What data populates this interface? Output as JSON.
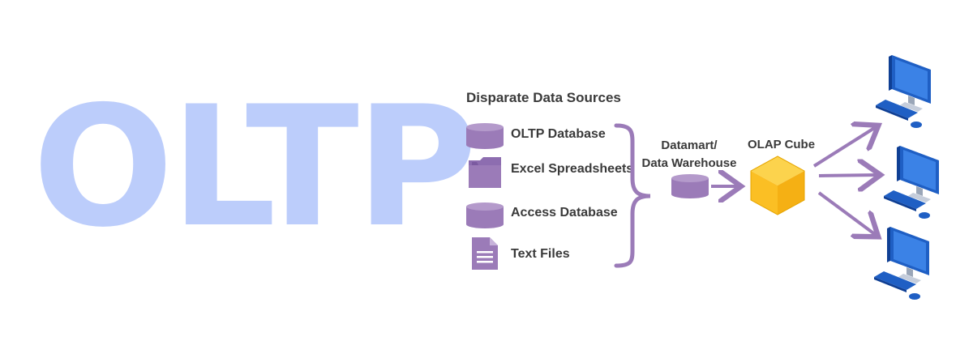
{
  "title": "OLTP",
  "sources": {
    "heading": "Disparate Data Sources",
    "items": [
      {
        "label": "OLTP Database",
        "icon": "database-icon"
      },
      {
        "label": "Excel Spreadsheets",
        "icon": "folder-icon"
      },
      {
        "label": "Access Database",
        "icon": "database-icon"
      },
      {
        "label": "Text Files",
        "icon": "document-icon"
      }
    ]
  },
  "warehouse": {
    "label_line1": "Datamart/",
    "label_line2": "Data Warehouse",
    "icon": "database-icon"
  },
  "cube": {
    "label": "OLAP Cube",
    "icon": "cube-icon"
  },
  "clients": [
    {
      "icon": "computer-icon"
    },
    {
      "icon": "computer-icon"
    },
    {
      "icon": "computer-icon"
    }
  ],
  "colors": {
    "title": "#bccdfb",
    "accent_purple": "#9b7bb8",
    "cube_yellow": "#fbbf24",
    "screen_blue": "#2f6fd6",
    "text": "#3a3a3a"
  }
}
